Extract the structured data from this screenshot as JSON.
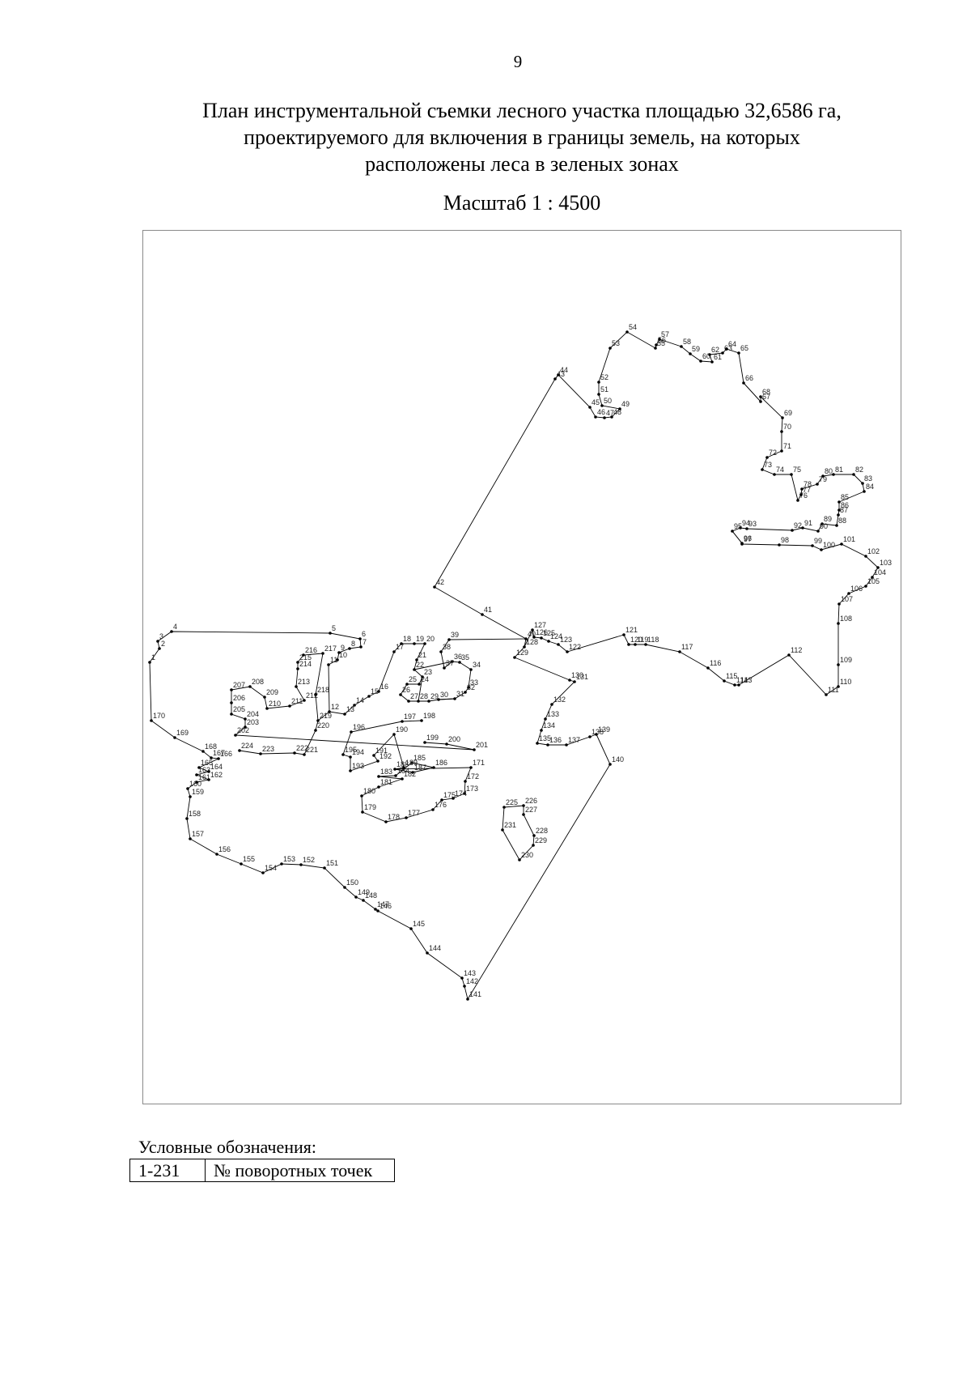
{
  "page": {
    "number": "9",
    "title_lines": [
      "План инструментальной съемки лесного участка площадью 32,6586 га,",
      "проектируемого для включения в границы земель, на которых",
      "расположены леса в зеленых зонах"
    ],
    "scale": "Масштаб 1 : 4500"
  },
  "legend": {
    "title": "Условные обозначения:",
    "rows": [
      {
        "range": "1-231",
        "description": "№ поворотных точек"
      }
    ]
  },
  "plan": {
    "point_count": 231,
    "line_color": "#000000",
    "point_color": "#000000",
    "labels": [
      "1",
      "2",
      "3",
      "4",
      "5",
      "6",
      "7",
      "8",
      "9",
      "10",
      "11",
      "12",
      "13",
      "14",
      "15",
      "16",
      "17",
      "18",
      "19",
      "20",
      "21",
      "22",
      "23",
      "24",
      "25",
      "26",
      "27",
      "28",
      "29",
      "30",
      "31",
      "32",
      "33",
      "34",
      "35",
      "36",
      "37",
      "38",
      "39",
      "40",
      "41",
      "42",
      "43",
      "44",
      "45",
      "46",
      "47",
      "48",
      "49",
      "50",
      "51",
      "52",
      "53",
      "54",
      "55",
      "56",
      "57",
      "58",
      "59",
      "60",
      "61",
      "62",
      "63",
      "64",
      "65",
      "66",
      "67",
      "68",
      "69",
      "70",
      "71",
      "72",
      "73",
      "74",
      "75",
      "76",
      "77",
      "78",
      "79",
      "80",
      "81",
      "82",
      "83",
      "84",
      "85",
      "86",
      "87",
      "88",
      "89",
      "90",
      "91",
      "92",
      "93",
      "94",
      "95",
      "96",
      "97",
      "98",
      "99",
      "100",
      "101",
      "102",
      "103",
      "104",
      "105",
      "106",
      "107",
      "108",
      "109",
      "110",
      "111",
      "112",
      "113",
      "114",
      "115",
      "116",
      "117",
      "118",
      "119",
      "120",
      "121",
      "122",
      "123",
      "124",
      "125",
      "126",
      "127",
      "128",
      "129",
      "130",
      "131",
      "132",
      "133",
      "134",
      "135",
      "136",
      "137",
      "138",
      "139",
      "140",
      "141",
      "142",
      "143",
      "144",
      "145",
      "146",
      "147",
      "148",
      "149",
      "150",
      "151",
      "152",
      "153",
      "154",
      "155",
      "156",
      "157",
      "158",
      "159",
      "160",
      "161",
      "162",
      "163",
      "164",
      "165",
      "166",
      "167",
      "168",
      "169",
      "170",
      "171",
      "172",
      "173",
      "174",
      "175",
      "176",
      "177",
      "178",
      "179",
      "180",
      "181",
      "182",
      "183",
      "184",
      "185",
      "186",
      "187",
      "188",
      "189",
      "190",
      "191",
      "192",
      "193",
      "194",
      "195",
      "196",
      "197",
      "198",
      "199",
      "200",
      "201",
      "202",
      "203",
      "204",
      "205",
      "206",
      "207",
      "208",
      "209",
      "210",
      "211",
      "212",
      "213",
      "214",
      "215",
      "216",
      "217",
      "218",
      "219",
      "220",
      "221",
      "222",
      "223",
      "224",
      "225",
      "226",
      "227",
      "228",
      "229",
      "230",
      "231"
    ]
  }
}
